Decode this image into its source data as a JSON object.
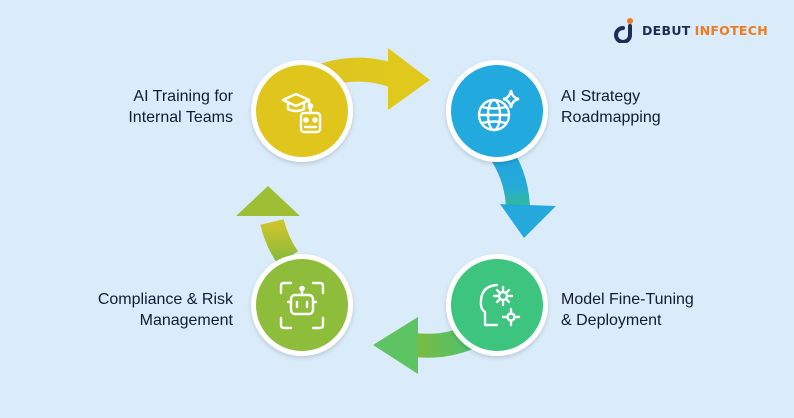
{
  "brand": {
    "word1": "DEBUT",
    "word2": "INFOTECH",
    "colors": {
      "primary": "#1e2c57",
      "accent": "#f07a22"
    }
  },
  "steps": [
    {
      "line1": "AI Training for",
      "line2": "Internal Teams",
      "icon": "graduation-robot-icon",
      "color": "#dfc51f"
    },
    {
      "line1": "AI Strategy",
      "line2": "Roadmapping",
      "icon": "globe-sparkle-icon",
      "color": "#24a9de"
    },
    {
      "line1": "Model Fine-Tuning",
      "line2": "& Deployment",
      "icon": "head-gear-icon",
      "color": "#3dc47e"
    },
    {
      "line1": "Compliance & Risk",
      "line2": "Management",
      "icon": "robot-scan-icon",
      "color": "#8ebc3a"
    }
  ],
  "background_color": "#daecfa"
}
